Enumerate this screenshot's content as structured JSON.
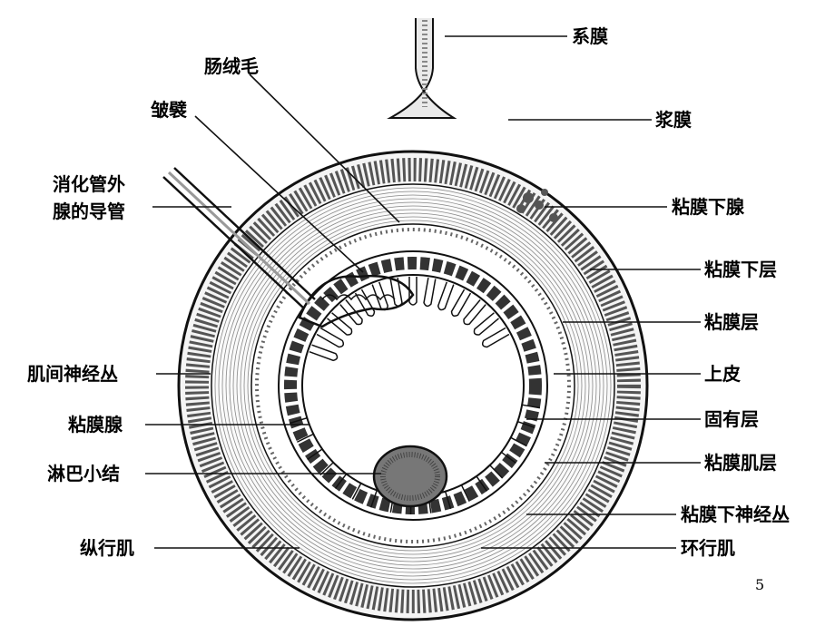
{
  "labels": {
    "mesentery": "系膜",
    "serosa": "浆膜",
    "villi": "肠绒毛",
    "plica": "皱襞",
    "duct_line1": "消化管外",
    "duct_line2": "腺的导管",
    "submucosal_gland": "粘膜下腺",
    "submucosa": "粘膜下层",
    "mucosa": "粘膜层",
    "epithelium": "上皮",
    "myenteric_plexus": "肌间神经丛",
    "lamina_propria": "固有层",
    "mucosal_gland": "粘膜腺",
    "muscularis_mucosae": "粘膜肌层",
    "lymph_nodule": "淋巴小结",
    "submucosal_plexus": "粘膜下神经丛",
    "longitudinal_muscle": "纵行肌",
    "circular_muscle": "环行肌"
  },
  "page_number": "5"
}
